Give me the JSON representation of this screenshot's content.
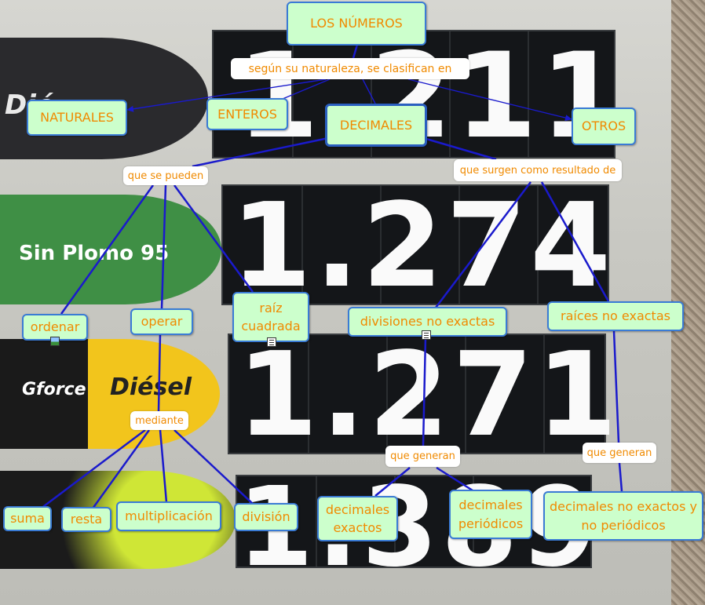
{
  "colors": {
    "node_fill": "#ccffcc",
    "node_border": "#3a7bd5",
    "text": "#f08a00",
    "link": "#1a1acc",
    "phrase_fill": "#ffffff"
  },
  "background": {
    "brands": [
      {
        "text": "Dié",
        "color": "#e9e9e9"
      },
      {
        "text": "Sin Plomo 95",
        "color": "#ffffff"
      },
      {
        "text": "Gforce",
        "color": "#ffffff"
      },
      {
        "text": "Diésel",
        "color": "#222222"
      }
    ],
    "prices": [
      "1.211",
      "1.274",
      "1.271",
      "1.389"
    ]
  },
  "diagram": {
    "title": "LOS NÚMEROS",
    "phrases": {
      "clasifican": "según su naturaleza, se clasifican en",
      "pueden": "que se pueden",
      "surgen": "que surgen como resultado de",
      "mediante": "mediante",
      "generan1": "que generan",
      "generan2": "que generan"
    },
    "nodes": {
      "naturales": "NATURALES",
      "enteros": "ENTEROS",
      "decimales": "DECIMALES",
      "otros": "OTROS",
      "ordenar": "ordenar",
      "operar": "operar",
      "raiz": "raíz cuadrada",
      "divisiones": "divisiones no exactas",
      "raices": "raíces no exactas",
      "suma": "suma",
      "resta": "resta",
      "multiplicacion": "multiplicación",
      "division": "división",
      "dec_exactos": "decimales exactos",
      "dec_periodicos": "decimales periódicos",
      "dec_no_exactos": "decimales no exactos y no periódicos"
    },
    "icons": [
      "image-attachment-icon",
      "document-attachment-icon",
      "document-attachment-icon"
    ]
  }
}
